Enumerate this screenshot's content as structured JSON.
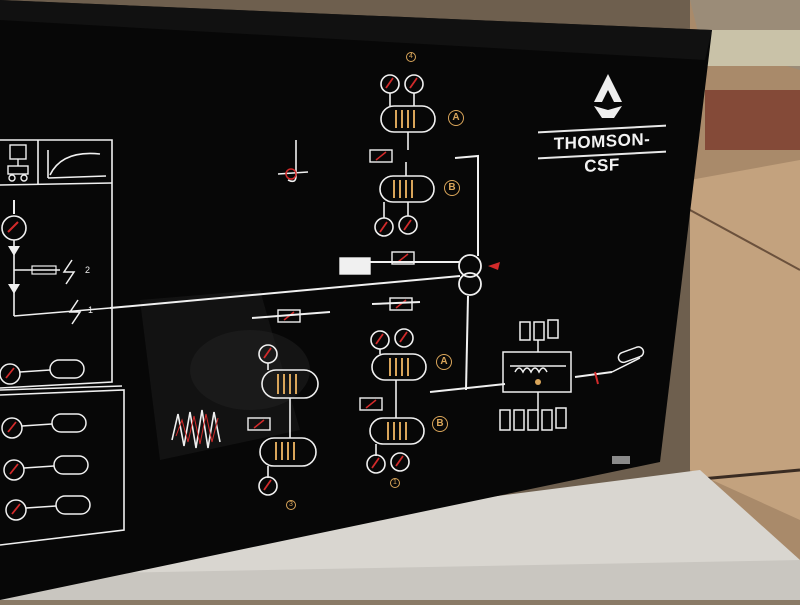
{
  "brand": {
    "name": "THOMSON-CSF",
    "logo_icon": "triangular-logo-icon"
  },
  "panel": {
    "labels": {
      "circle_top": "4",
      "group_a_top": "A",
      "group_b_top": "B",
      "group_a_bottom": "A",
      "group_b_bottom": "B",
      "bottom_num_left": "3",
      "bottom_num_right": "1",
      "line_2": "2",
      "line_1": "1"
    }
  },
  "colors": {
    "panel": "#070707",
    "line": "#f0f0f0",
    "accent_red": "#d22a2a",
    "accent_gold": "#d9a55a",
    "floor": "#b89a78"
  },
  "icons": [
    "triangular-logo-icon",
    "transformer-icon",
    "generator-icon",
    "zigzag-coil-icon",
    "lightning-icon"
  ]
}
